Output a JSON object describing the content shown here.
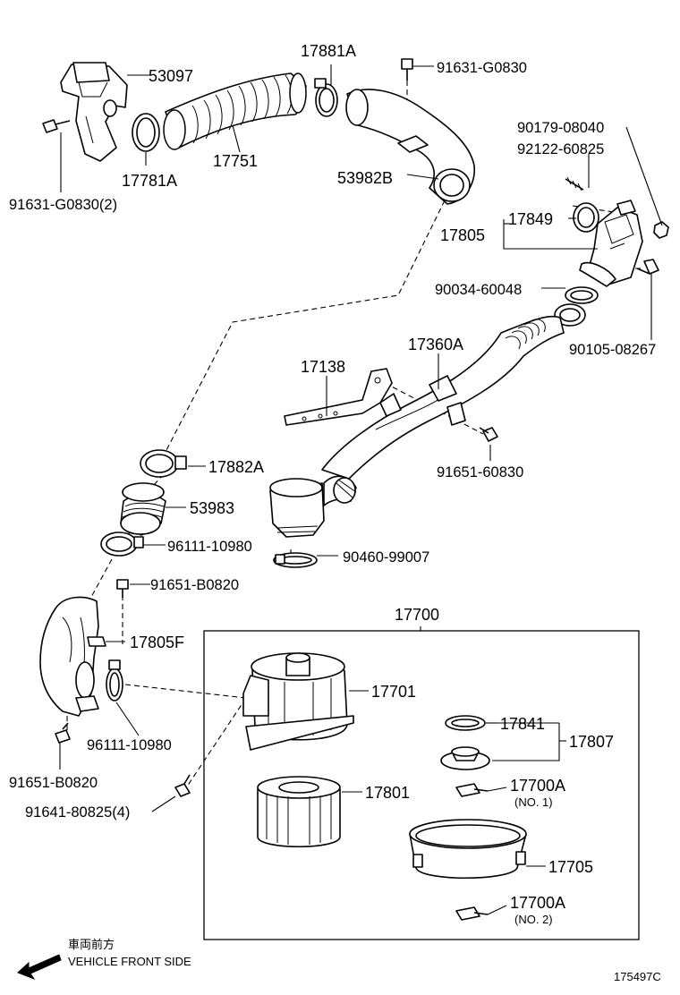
{
  "diagram": {
    "assembly_label": "17700",
    "drawing_code": "175497C",
    "parts": {
      "p53097": "53097",
      "p17881A": "17881A",
      "p91631G0830_top": "91631-G0830",
      "p17781A": "17781A",
      "p17751": "17751",
      "p53982B": "53982B",
      "p91631G0830_2": "91631-G0830(2)",
      "p9017908040": "90179-08040",
      "p9212260825": "92122-60825",
      "p17849": "17849",
      "p17805": "17805",
      "p9003460048": "90034-60048",
      "p9010508267": "90105-08267",
      "p17360A": "17360A",
      "p17138": "17138",
      "p9165160830": "91651-60830",
      "p17882A": "17882A",
      "p53983": "53983",
      "p9611110980_a": "96111-10980",
      "p9046099007": "90460-99007",
      "p91651B0820_a": "91651-B0820",
      "p17805F": "17805F",
      "p17701": "17701",
      "p9611110980_b": "96111-10980",
      "p17841": "17841",
      "p17807": "17807",
      "p91651B0820_b": "91651-B0820",
      "p17700A_1": "17700A",
      "p17700A_1_note": "(NO. 1)",
      "p17801": "17801",
      "p9164180825": "91641-80825(4)",
      "p17705": "17705",
      "p17700A_2": "17700A",
      "p17700A_2_note": "(NO. 2)"
    },
    "direction": {
      "label_jp": "車両前方",
      "label_en": "VEHICLE FRONT SIDE",
      "icon": "arrow-left-icon"
    }
  }
}
